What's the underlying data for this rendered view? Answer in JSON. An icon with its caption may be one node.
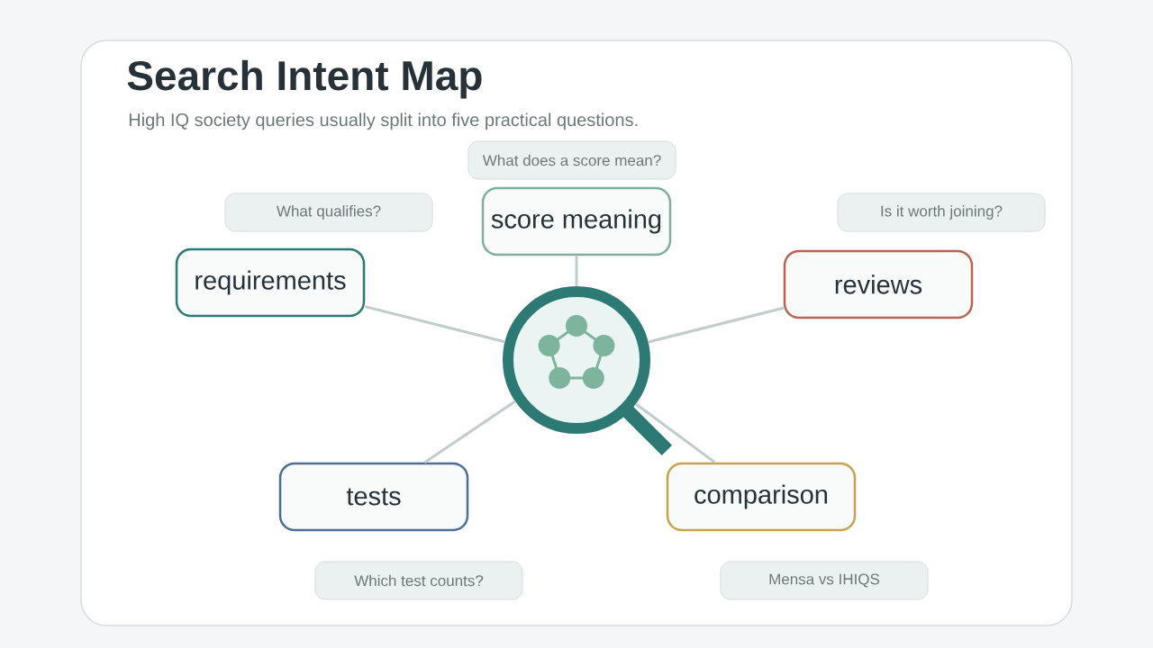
{
  "diagram": {
    "title": "Search Intent Map",
    "nodes": [
      {
        "text": [
          "What does a score mean?"
        ]
      },
      {
        "text": [
          "What qualifies?"
        ]
      },
      {
        "text": [
          "Is it worth joining?"
        ]
      },
      {
        "text": [
          "score meaning"
        ]
      },
      {
        "text": [
          "requirements"
        ]
      },
      {
        "text": [
          "reviews"
        ]
      },
      {
        "text": [],
        "shape": "picture"
      },
      {
        "text": [
          "tests"
        ]
      },
      {
        "text": [
          "comparison"
        ]
      },
      {
        "text": [
          "Which test counts?"
        ]
      },
      {
        "text": [
          "Mensa vs IHIQS"
        ]
      }
    ],
    "edges": [
      {
        "from": 6,
        "to": 3,
        "arrow": "none"
      },
      {
        "from": 6,
        "to": 4,
        "arrow": "none"
      },
      {
        "from": 6,
        "to": 5,
        "arrow": "none"
      },
      {
        "from": 6,
        "to": 7,
        "arrow": "none"
      },
      {
        "from": 6,
        "to": 8,
        "arrow": "none"
      }
    ],
    "labels": [
      "High IQ society queries usually split into five practical questions."
    ]
  }
}
